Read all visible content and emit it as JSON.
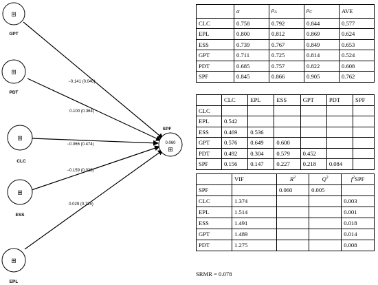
{
  "diagram": {
    "nodes": {
      "gpt": "GPT",
      "pdt": "PDT",
      "clc": "CLC",
      "ess": "ESS",
      "epl": "EPL",
      "spf": "SPF"
    },
    "target_value": "0.060",
    "icon": "⊞",
    "paths": {
      "gpt": "−0.141 (0.040)",
      "pdt": "0.100 (0.364)",
      "clc": "−0.066 (0.474)",
      "ess": "−0.159 (0.023)",
      "epl": "0.029 (0.725)"
    }
  },
  "table1": {
    "headers": {
      "alpha": "α",
      "rhoA_main": "ρ",
      "rhoA_sub": "A",
      "rhoC_main": "ρ",
      "rhoC_sub": "C",
      "ave": "AVE"
    },
    "rows": [
      [
        "CLC",
        "0.758",
        "0.792",
        "0.844",
        "0.577"
      ],
      [
        "EPL",
        "0.800",
        "0.812",
        "0.869",
        "0.624"
      ],
      [
        "ESS",
        "0.739",
        "0.767",
        "0.849",
        "0.653"
      ],
      [
        "GPT",
        "0.711",
        "0.725",
        "0.814",
        "0.524"
      ],
      [
        "PDT",
        "0.685",
        "0.757",
        "0.822",
        "0.608"
      ],
      [
        "SPF",
        "0.845",
        "0.866",
        "0.905",
        "0.762"
      ]
    ]
  },
  "table2": {
    "headers": [
      "CLC",
      "EPL",
      "ESS",
      "GPT",
      "PDT",
      "SPF"
    ],
    "rows": [
      [
        "CLC",
        "",
        "",
        "",
        "",
        "",
        ""
      ],
      [
        "EPL",
        "0.542",
        "",
        "",
        "",
        "",
        ""
      ],
      [
        "ESS",
        "0.469",
        "0.536",
        "",
        "",
        "",
        ""
      ],
      [
        "GPT",
        "0.576",
        "0.649",
        "0.600",
        "",
        "",
        ""
      ],
      [
        "PDT",
        "0.492",
        "0.304",
        "0.579",
        "0.452",
        "",
        ""
      ],
      [
        "SPF",
        "0.156",
        "0.147",
        "0.227",
        "0.218",
        "0.084",
        ""
      ]
    ]
  },
  "table3": {
    "headers": {
      "vif": "VIF",
      "r_main": "R",
      "r_sup": "2",
      "q_main": "Q",
      "q_sup": "2",
      "f_main": "f",
      "f_sup": "2",
      "f_rest": "SPF"
    },
    "rows": [
      [
        "SPF",
        "",
        "0.060",
        "0.005",
        ""
      ],
      [
        "CLC",
        "1.374",
        "",
        "",
        "0.003"
      ],
      [
        "EPL",
        "1.514",
        "",
        "",
        "0.001"
      ],
      [
        "ESS",
        "1.491",
        "",
        "",
        "0.018"
      ],
      [
        "GPT",
        "1.489",
        "",
        "",
        "0.014"
      ],
      [
        "PDT",
        "1.275",
        "",
        "",
        "0.008"
      ]
    ]
  },
  "srmr": "SRMR = 0.078"
}
